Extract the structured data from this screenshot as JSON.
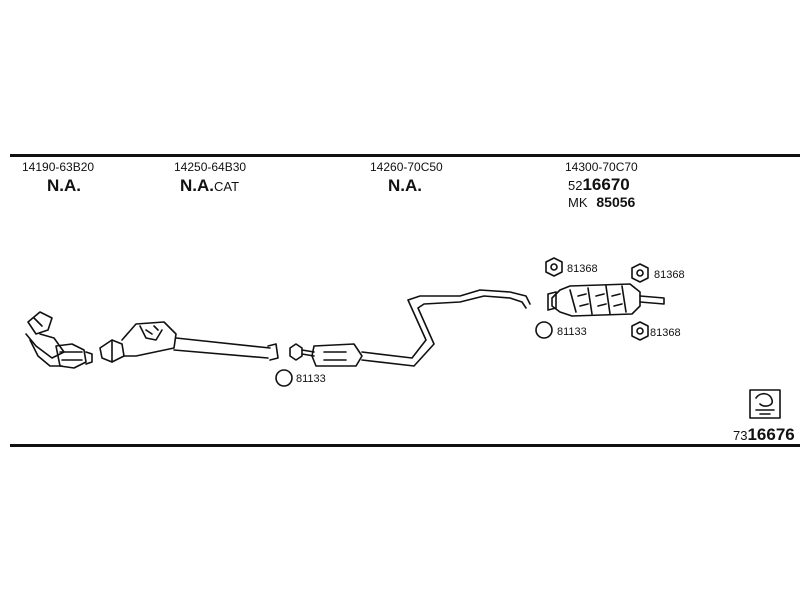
{
  "sections": [
    {
      "part_no": "14190-63B20",
      "status": "N.A.",
      "status_suffix": ""
    },
    {
      "part_no": "14250-64B30",
      "status": "N.A.",
      "status_suffix": "CAT"
    },
    {
      "part_no": "14260-70C50",
      "status": "N.A.",
      "status_suffix": ""
    },
    {
      "part_no": "14300-70C70",
      "prefix": "52",
      "number": "16670",
      "mk_label": "MK",
      "mk_number": "85056"
    }
  ],
  "callouts": {
    "c1": "81133",
    "c2": "81368",
    "c3": "81133",
    "c4": "81368",
    "c5": "81368"
  },
  "footer": {
    "prefix": "73",
    "number": "16676"
  }
}
